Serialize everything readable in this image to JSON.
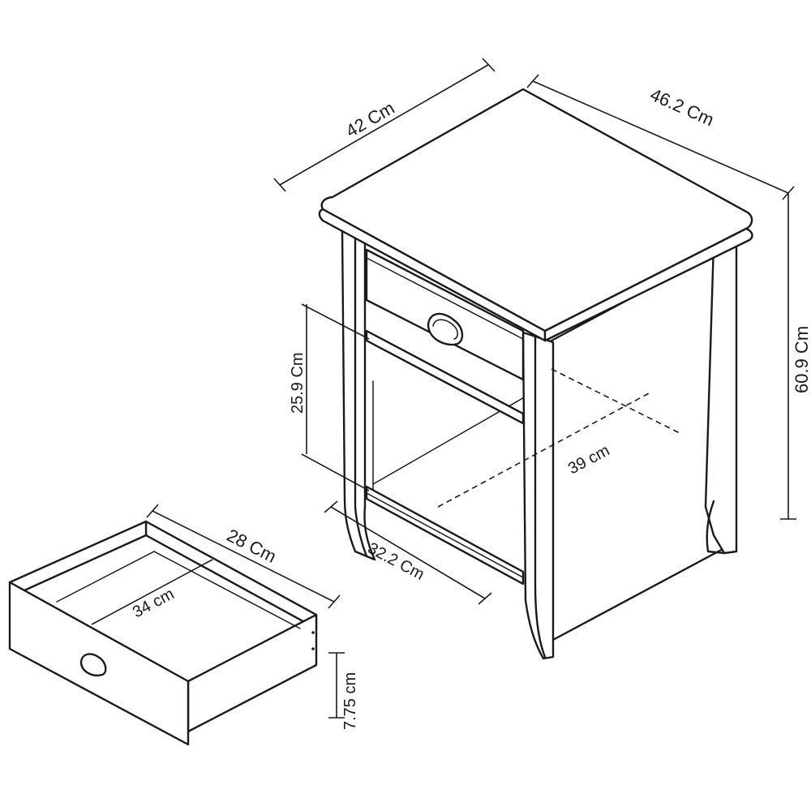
{
  "dimensions": {
    "top_width": "42 Cm",
    "top_depth": "46.2 Cm",
    "overall_height": "60.9 Cm",
    "opening_height": "25.9 Cm",
    "inner_depth": "39 cm",
    "inner_width": "32.2 Cm",
    "drawer_depth": "28 Cm",
    "drawer_width": "34 cm",
    "drawer_height": "7.75 cm"
  },
  "icons": {
    "cabinet": "bedside-cabinet-line-drawing",
    "drawer": "open-drawer-line-drawing",
    "handle": "cup-handle"
  }
}
